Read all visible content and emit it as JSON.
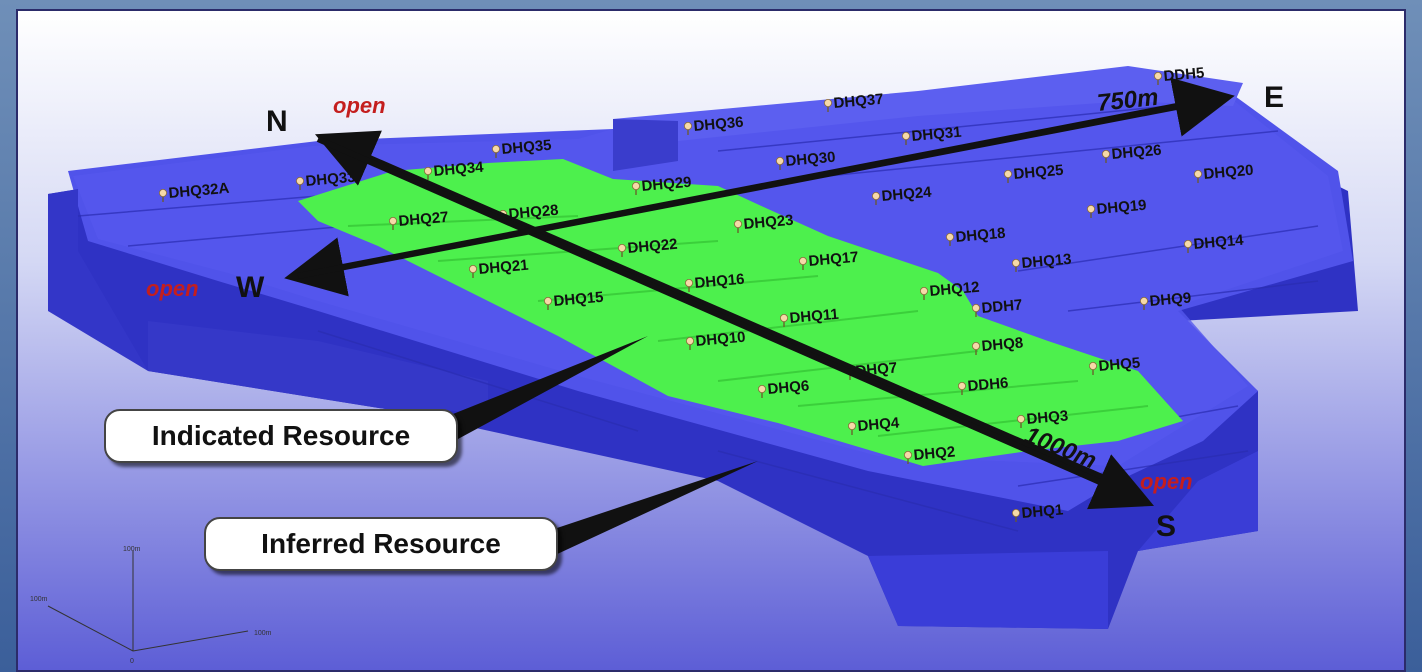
{
  "directions": {
    "north": "N",
    "east": "E",
    "west": "W",
    "south": "S"
  },
  "open_labels": [
    "open",
    "open",
    "open"
  ],
  "distances": {
    "ns": "1000m",
    "we": "750m"
  },
  "legend": {
    "indicated": "Indicated Resource",
    "inferred": "Inferred Resource"
  },
  "scale": {
    "vertical": "100m",
    "left": "100m",
    "right": "100m",
    "origin": "0"
  },
  "drillholes": [
    "DDH5",
    "DHQ37",
    "DHQ36",
    "DHQ31",
    "DHQ35",
    "DHQ30",
    "DHQ26",
    "DHQ25",
    "DHQ20",
    "DHQ34",
    "DHQ33",
    "DHQ32A",
    "DHQ29",
    "DHQ24",
    "DHQ19",
    "DHQ28",
    "DHQ27",
    "DHQ23",
    "DHQ18",
    "DHQ14",
    "DHQ22",
    "DHQ13",
    "DHQ21",
    "DHQ17",
    "DHQ16",
    "DHQ12",
    "DHQ9",
    "DHQ15",
    "DDH7",
    "DHQ11",
    "DHQ8",
    "DHQ10",
    "DHQ5",
    "DHQ7",
    "DDH6",
    "DHQ6",
    "DHQ3",
    "DHQ4",
    "DHQ2",
    "DHQ1"
  ],
  "colors": {
    "inferred": "#4a4ee8",
    "indicated": "#4df04d",
    "open": "#c41e1e"
  }
}
